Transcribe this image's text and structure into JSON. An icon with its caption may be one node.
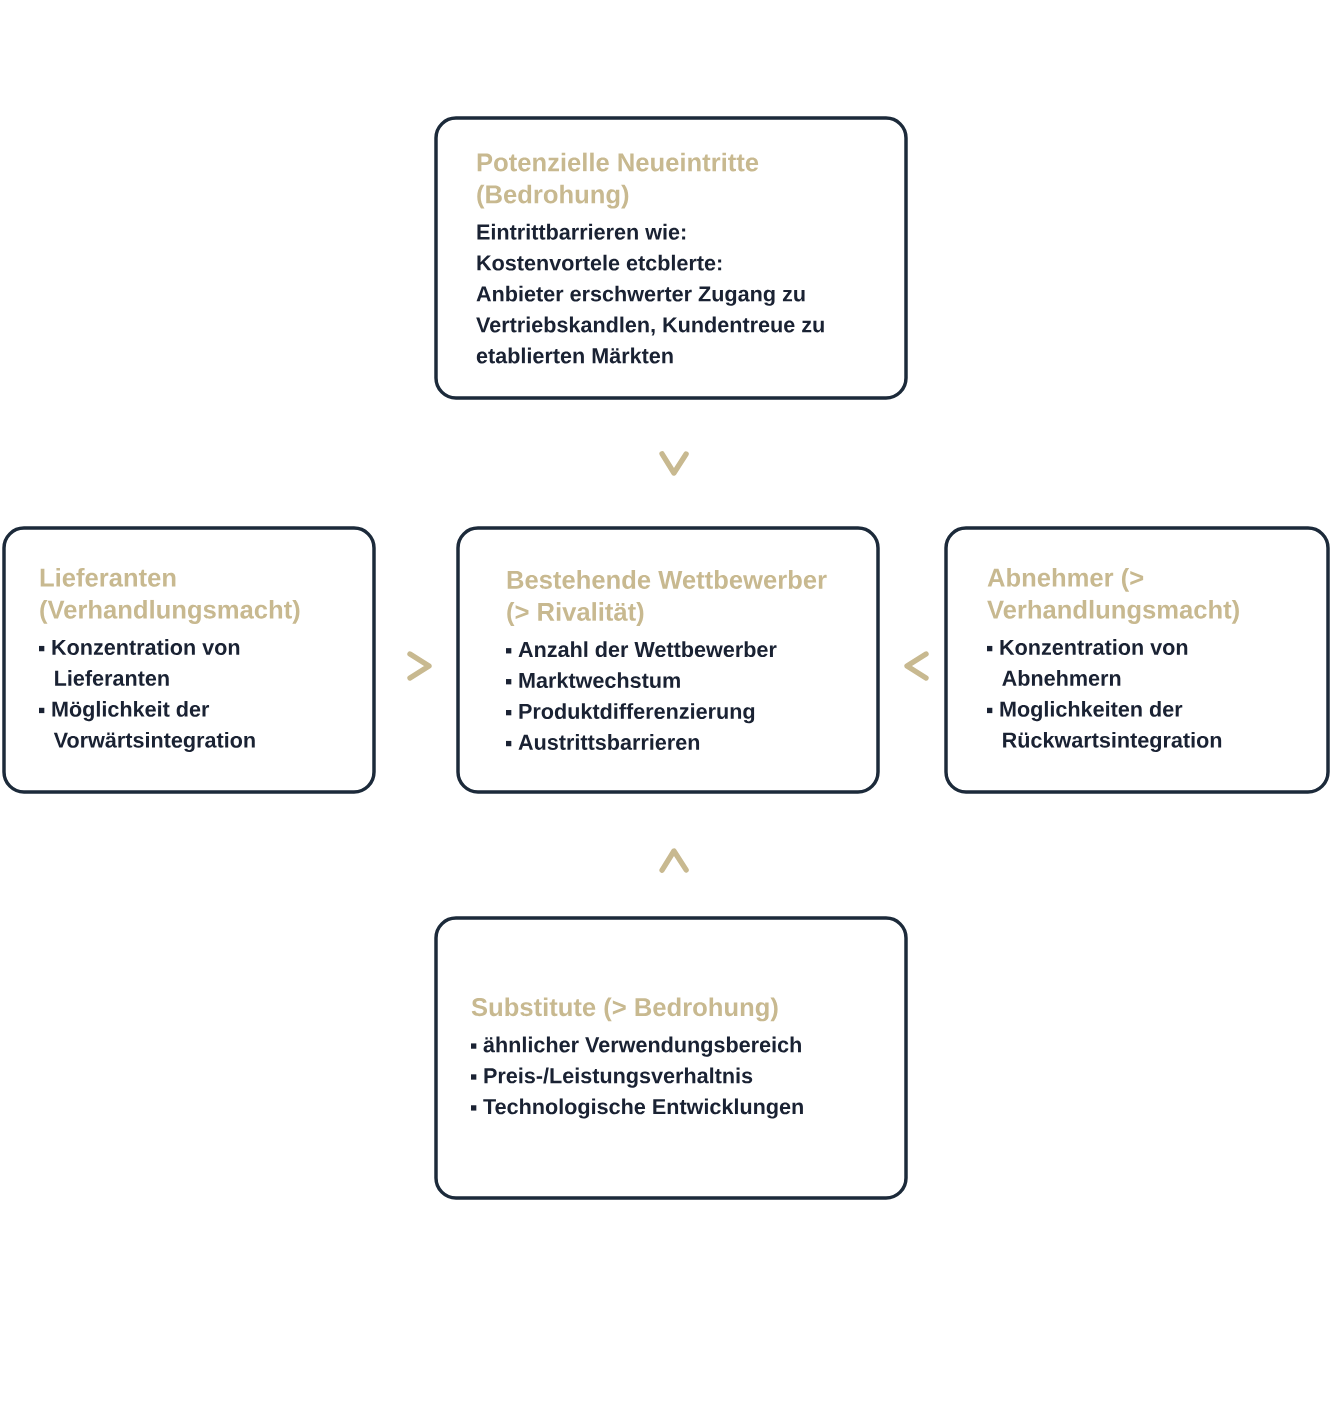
{
  "diagram": {
    "nodes": [
      {
        "text": [
          "Potenzielle Neueintritte (Bedrohung)",
          "Eintrittbarrieren wie:",
          "Kostenvortele etcblerte:",
          "Anbieter erschwerter Zugang zu Vertriebskandlen, Kundentreue zu etablierten Märkten"
        ]
      },
      {
        "text": [
          "Lieferanten (Verhandlungsmacht)",
          "Konzentration von Lieferanten",
          "Möglichkeit der Vorwärtsintegration"
        ]
      },
      {
        "text": [
          "Bestehende Wettbewerber (> Rivalität)",
          "Anzahl der Wettbewerber",
          "Marktwechstum",
          "Produktdifferenzierung",
          "Austrittsbarrieren"
        ]
      },
      {
        "text": [
          "Abnehmer (> Verhandlungsmacht)",
          "Konzentration von Abnehmern",
          "Moglichkeiten der Rückwartsintegration"
        ]
      },
      {
        "text": [
          "Substitute (> Bedrohung)",
          "ähnlicher Verwendungsbereich",
          "Preis-/Leistungsverhaltnis",
          "Technologische Entwicklungen"
        ]
      }
    ],
    "edges": [
      {
        "from": 0,
        "to": 2,
        "arrow": "to"
      },
      {
        "from": 1,
        "to": 2,
        "arrow": "to"
      },
      {
        "from": 3,
        "to": 2,
        "arrow": "to"
      },
      {
        "from": 4,
        "to": 2,
        "arrow": "to"
      }
    ]
  }
}
